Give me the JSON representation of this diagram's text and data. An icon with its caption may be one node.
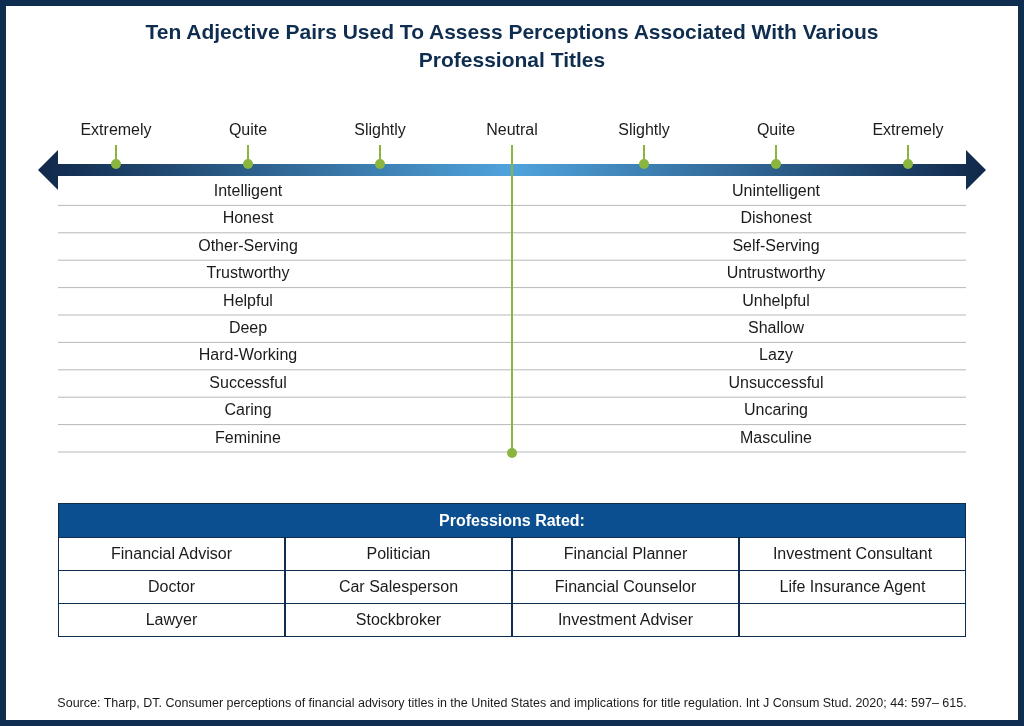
{
  "diagram": {
    "title": "Ten Adjective Pairs Used To Assess Perceptions Associated With Various Professional Titles",
    "caption": "Source: Tharp, DT. Consumer perceptions of financial advisory titles in the United States and implications for title regulation. Int J Consum Stud. 2020; 44: 597– 615.",
    "labels": [
      "Extremely",
      "Quite",
      "Slightly",
      "Neutral",
      "Slightly",
      "Quite",
      "Extremely",
      "Intelligent",
      "Unintelligent",
      "Honest",
      "Dishonest",
      "Other-Serving",
      "Self-Serving",
      "Trustworthy",
      "Untrustworthy",
      "Helpful",
      "Unhelpful",
      "Deep",
      "Shallow",
      "Hard-Working",
      "Lazy",
      "Successful",
      "Unsuccessful",
      "Caring",
      "Uncaring",
      "Feminine",
      "Masculine",
      "Professions Rated:",
      "Financial Advisor",
      "Politician",
      "Financial Planner",
      "Investment Consultant",
      "Doctor",
      "Car Salesperson",
      "Financial Counselor",
      "Life Insurance Agent",
      "Lawyer",
      "Stockbroker",
      "Investment Adviser"
    ]
  }
}
